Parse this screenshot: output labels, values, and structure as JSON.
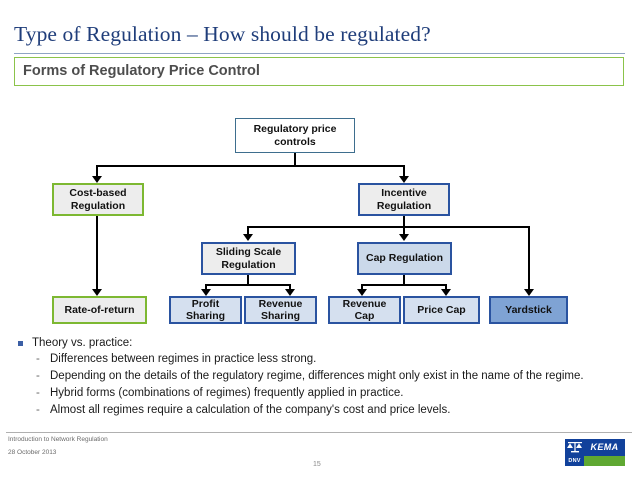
{
  "slide": {
    "title": "Type of Regulation – How should be regulated?",
    "subtitle": "Forms of Regulatory Price Control"
  },
  "diagram": {
    "nodes": {
      "root": "Regulatory price controls",
      "cost_based": "Cost-based Regulation",
      "incentive": "Incentive Regulation",
      "sliding_scale": "Sliding Scale Regulation",
      "cap": "Cap Regulation",
      "rate_of_return": "Rate-of-return",
      "profit_sharing": "Profit Sharing",
      "revenue_sharing": "Revenue Sharing",
      "revenue_cap": "Revenue Cap",
      "price_cap": "Price Cap",
      "yardstick": "Yardstick"
    },
    "colors": {
      "root_border": "#3E6E8E",
      "green_border": "#7DB832",
      "blue_border": "#2A53A0",
      "gray_fill": "#EDEDED",
      "light_blue_fill": "#CBD9EA",
      "dark_blue_fill": "#7FA3D4"
    }
  },
  "bullets": {
    "heading": "Theory vs. practice:",
    "items": [
      "Differences between regimes in practice less strong.",
      "Depending on the details of the regulatory regime, differences might only exist in the name of the regime.",
      "Hybrid forms (combinations of regimes) frequently applied in practice.",
      "Almost all regimes require a calculation of the company's cost and price levels."
    ],
    "dash": "-"
  },
  "footer": {
    "deck_title": "Introduction to Network Regulation",
    "date": "28 October 2013",
    "page_number": "15"
  },
  "logo": {
    "word": "KEMA",
    "sub": "DNV"
  }
}
